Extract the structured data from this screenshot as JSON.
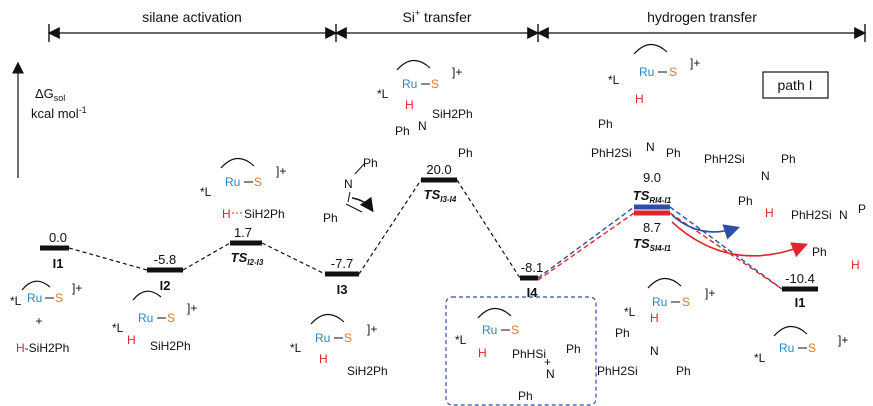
{
  "headers": {
    "silane_activation": "silane activation",
    "si_transfer_base": "Si",
    "si_transfer_sup": "+",
    "si_transfer_rest": " transfer",
    "hydrogen_transfer": "hydrogen transfer"
  },
  "axis": {
    "delta": "ΔG",
    "delta_sub": "sol",
    "unit_base": "kcal mol",
    "unit_sup": "-1"
  },
  "path_label": "path I",
  "levels": [
    {
      "id": "I1_start",
      "energy": "0.0",
      "label": "I1"
    },
    {
      "id": "I2",
      "energy": "-5.8",
      "label": "I2"
    },
    {
      "id": "TS_I2_I3",
      "energy": "1.7",
      "label_main": "TS",
      "label_sub": "I2-I3"
    },
    {
      "id": "I3",
      "energy": "-7.7",
      "label": "I3"
    },
    {
      "id": "TS_I3_I4",
      "energy": "20.0",
      "label_main": "TS",
      "label_sub": "I3-I4"
    },
    {
      "id": "I4",
      "energy": "-8.1",
      "label": "I4"
    },
    {
      "id": "TS_RI4_I1",
      "energy": "9.0",
      "label_main": "TS",
      "label_sub": "RI4-I1"
    },
    {
      "id": "TS_SI4_I1",
      "energy": "8.7",
      "label_main": "TS",
      "label_sub": "SI4-I1"
    },
    {
      "id": "I1_end",
      "energy": "-10.4",
      "label": "I1"
    }
  ],
  "chem": {
    "ru": "Ru",
    "s": "S",
    "h": "H",
    "L": "*L",
    "plus": "+",
    "charge": "]+",
    "sih2ph": "SiH2Ph",
    "h_sih2ph": "-SiH2Ph",
    "phh2si": "PhH2Si",
    "phhsi": "PhHSi",
    "ph": "Ph",
    "n": "N",
    "p": "P"
  },
  "colors": {
    "ru": "#2b86c8",
    "s": "#e07a1a",
    "h": "#e0262b",
    "pathR": "#2e4fa8",
    "pathS": "#e0262b"
  }
}
